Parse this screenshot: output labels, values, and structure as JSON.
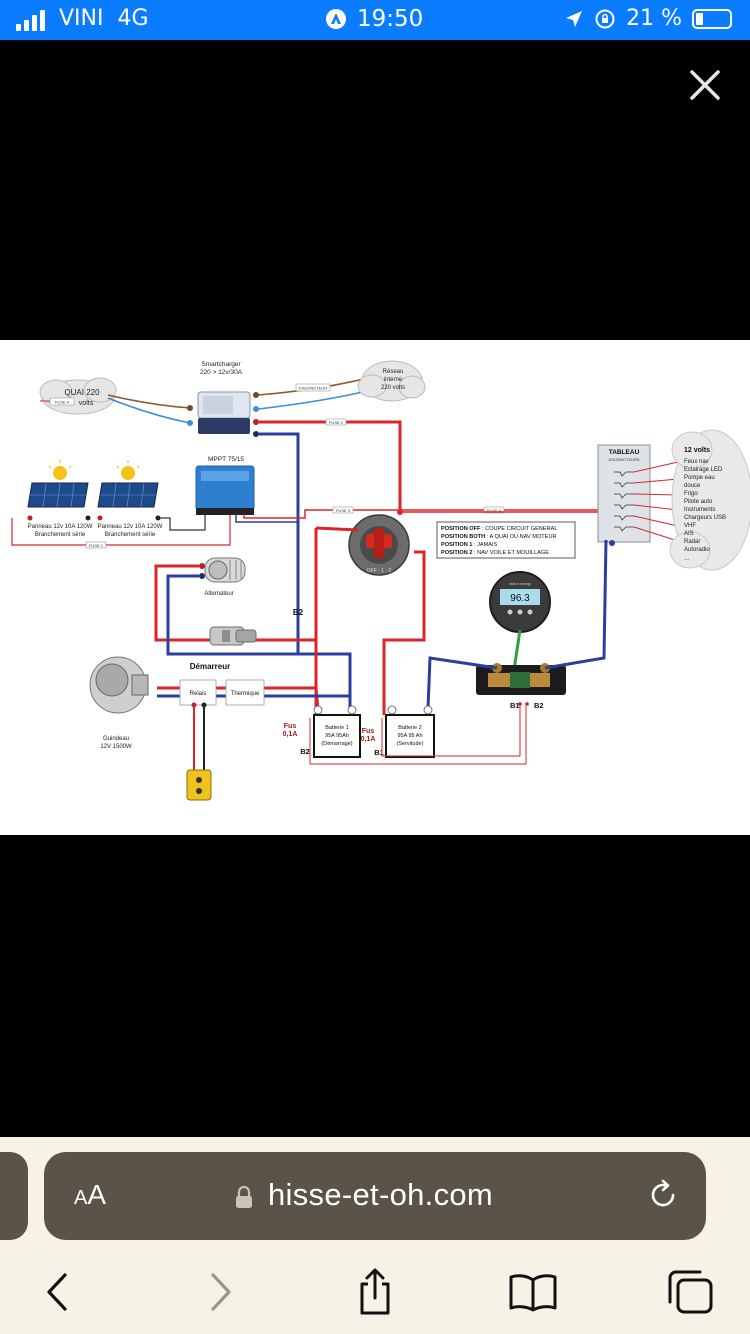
{
  "status_bar": {
    "carrier": "VINI",
    "network": "4G",
    "time": "19:50",
    "battery_percent": "21 %",
    "battery_level": 0.21
  },
  "diagram": {
    "quai": "QUAI 220",
    "quai_volts": "volts",
    "fuse4_left": "FUSE 4",
    "smartcharger_line1": "Smartcharger",
    "smartcharger_line2": "220 > 12v/30A",
    "disjoncteur": "DISJONCTEUR",
    "reseau_line1": "Réseau",
    "reseau_line2": "interne",
    "reseau_line3": "220 volts",
    "fuse2": "FUSE 2",
    "mppt": "MPPT 75/15",
    "panel1_line1": "Panneau 12v 10A 120W",
    "panel1_line2": "Branchement série",
    "panel2_line1": "Panneau 12v 10A 120W",
    "panel2_line2": "Branchement série",
    "fuse1": "FUSE 1",
    "fuse3": "FUSE 3",
    "fuse4_mid": "FUSE 4",
    "tableau": "TABLEAU",
    "disjoncteurs": "DISJONCTEURS",
    "volts12": "12 volts",
    "circuits": [
      "Feux nav",
      "Eclairage LED",
      "Pompe eau",
      "douce",
      "Frigo",
      "Pilote auto",
      "Instruments",
      "Chargeurs USB",
      "VHF",
      "AIS",
      "Radar",
      "Autoradio",
      "..."
    ],
    "position_lines": [
      {
        "key": "POSITION OFF",
        "text": ": COUPE CIRCUIT GENERAL"
      },
      {
        "key": "POSITION BOTH",
        "text": ": A QUAI OU NAV MOTEUR"
      },
      {
        "key": "POSITION 1",
        "text": ": JAMAIS"
      },
      {
        "key": "POSITION 2",
        "text": ": NAV VOILE ET MOUILLAGE"
      }
    ],
    "alternateur": "Alternateur",
    "demarreur": "Démarreur",
    "b2_label": "B2",
    "monitor_value": "96.3",
    "monitor_brand": "victron energy",
    "relais": "Relais",
    "thermique": "Thermique",
    "guindeau_line1": "Guindeau",
    "guindeau_line2": "12V 1500W",
    "fus_left": "Fus",
    "fus_left_val": "0,1A",
    "fus_right": "Fus",
    "fus_right_val": "0,1A",
    "batt1_line1": "Batterie 1",
    "batt1_line2": "95A 95Ah",
    "batt1_line3": "(Démarrage)",
    "batt2_line1": "Batterie 2",
    "batt2_line2": "95A 95 Ah",
    "batt2_line3": "(Servitude)",
    "b1": "B1",
    "b2": "B2",
    "b1_shunt": "B1",
    "b2_shunt": "B2"
  },
  "browser": {
    "aa_label": "A",
    "aa_big": "A",
    "domain": "hisse-et-oh.com"
  },
  "icons": {
    "close": "close-icon",
    "lock": "lock-icon",
    "reload": "reload-icon",
    "back": "chevron-left-icon",
    "forward": "chevron-right-icon",
    "share": "share-icon",
    "bookmarks": "book-icon",
    "tabs": "tabs-icon"
  },
  "colors": {
    "status_bar": "#0a7cff",
    "wire_red": "#d8262b",
    "wire_blue": "#2a3fa0",
    "browser_bar": "#5a5448",
    "toolbar_bg": "#f6f2e6"
  }
}
